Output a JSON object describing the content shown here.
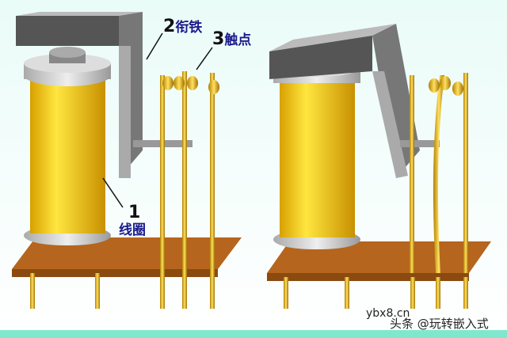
{
  "labels": {
    "armature_num": "2",
    "armature": "衔铁",
    "contact_num": "3",
    "contact": "触点",
    "coil_num": "1",
    "coil": "线圈"
  },
  "watermark": {
    "site": "ybx8.cn",
    "source": "头条 @玩转嵌入式"
  },
  "colors": {
    "coil": "#f2c500",
    "yoke": "#8a8a8a",
    "base": "#b5651d",
    "contact": "#d9a800",
    "border": "#7fe8cc"
  }
}
